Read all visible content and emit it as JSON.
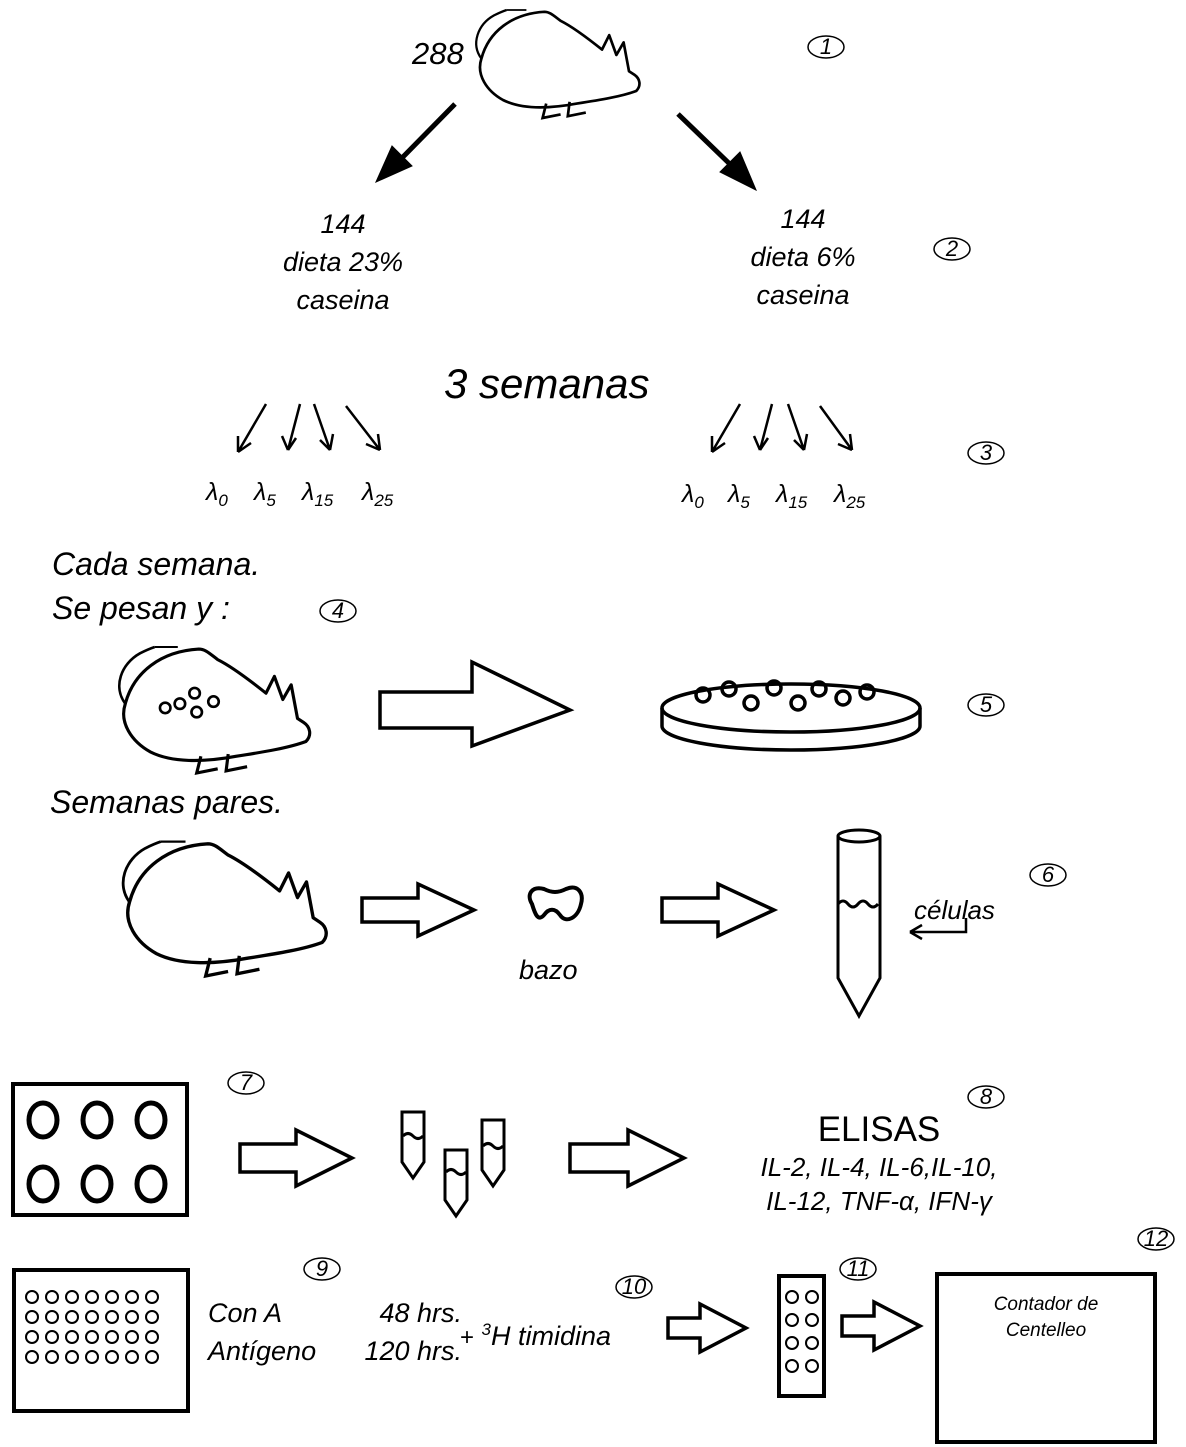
{
  "total": "288",
  "groups": [
    {
      "count": "144",
      "diet": "dieta 23%",
      "protein": "caseina"
    },
    {
      "count": "144",
      "diet": "dieta 6%",
      "protein": "caseina"
    }
  ],
  "duration": "3 semanas",
  "doses": [
    {
      "sym": "λ",
      "sub": "0"
    },
    {
      "sym": "λ",
      "sub": "5"
    },
    {
      "sym": "λ",
      "sub": "15"
    },
    {
      "sym": "λ",
      "sub": "25"
    }
  ],
  "weekly": {
    "line1": "Cada semana.",
    "line2": "Se pesan y :"
  },
  "even_weeks": "Semanas pares.",
  "spleen_label": "bazo",
  "cells_label": "células",
  "elisa": {
    "title": "ELISAS",
    "line1": "IL-2, IL-4, IL-6,IL-10,",
    "line2": "IL-12, TNF-α, IFN-γ"
  },
  "stimuli": {
    "line1": "Con A",
    "line2": "Antígeno"
  },
  "times": {
    "line1": "48 hrs.",
    "line2": "120 hrs."
  },
  "thymidine": {
    "plus": "+",
    "sup": "3",
    "text": "H timidina"
  },
  "counter": {
    "line1": "Contador de",
    "line2": "Centelleo"
  },
  "steps": [
    "1",
    "2",
    "3",
    "4",
    "5",
    "6",
    "7",
    "8",
    "9",
    "10",
    "11",
    "12"
  ],
  "icons": [
    "mouse-icon",
    "dish-icon",
    "spleen-icon",
    "tube-icon",
    "plate-icon",
    "arrow-icon"
  ],
  "colors": {
    "ink": "#000000",
    "background": "#ffffff"
  }
}
